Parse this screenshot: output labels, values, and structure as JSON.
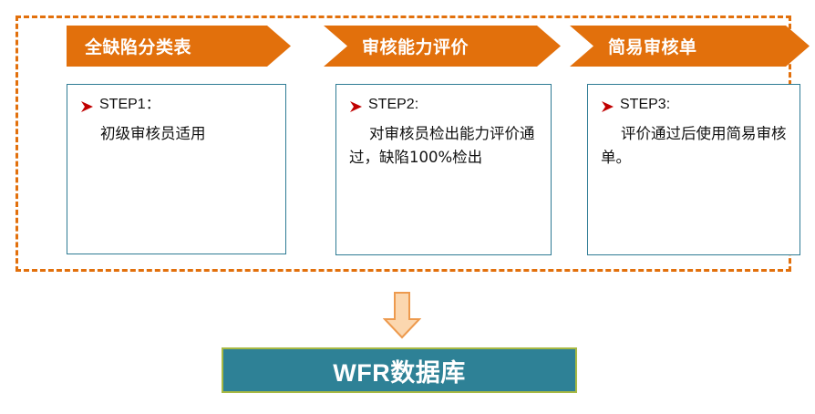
{
  "diagram": {
    "frame": {
      "style": "dashed",
      "color": "#E2700C"
    },
    "stages": [
      {
        "banner_label": "全缺陷分类表",
        "step_title": "STEP1：",
        "step_body": "初级审核员适用",
        "bullet_icon": "arrow-bullet-icon"
      },
      {
        "banner_label": "审核能力评价",
        "step_title": "STEP2:",
        "step_body": "对审核员检出能力评价通过，缺陷100%检出",
        "bullet_icon": "arrow-bullet-icon"
      },
      {
        "banner_label": "简易审核单",
        "step_title": "STEP3:",
        "step_body": "评价通过后使用简易审核单。",
        "bullet_icon": "arrow-bullet-icon"
      }
    ],
    "connector": {
      "icon": "down-arrow-icon",
      "fill": "#FBD7AF",
      "stroke": "#ED9A4E"
    },
    "result": {
      "label": "WFR数据库",
      "fill": "#2E8196",
      "border": "#A8B943",
      "text_color": "#FFFFFF"
    },
    "colors": {
      "banner": "#E2700C",
      "box_border": "#2E7B94",
      "bullet": "#C00000",
      "text": "#111111"
    }
  }
}
